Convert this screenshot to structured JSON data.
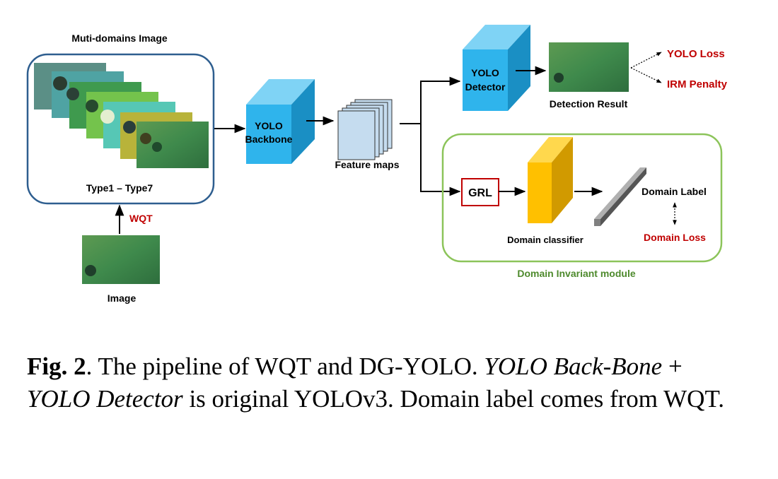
{
  "colors": {
    "red": "#c00000",
    "green_border": "#8cc45a",
    "green_text": "#4e8a2d",
    "blue_border": "#2e5e8f",
    "cube_blue": "#2fb4ec",
    "cube_yellow": "#ffc000"
  },
  "diagram": {
    "multi_title": "Muti-domains Image",
    "multi_types": "Type1 – Type7",
    "wqt": "WQT",
    "image": "Image",
    "backbone_line1": "YOLO",
    "backbone_line2": "Backbone",
    "feature_maps": "Feature maps",
    "detector_line1": "YOLO",
    "detector_line2": "Detector",
    "detection_result": "Detection Result",
    "yolo_loss": "YOLO Loss",
    "irm_penalty": "IRM Penalty",
    "grl": "GRL",
    "domain_classifier": "Domain classifier",
    "domain_label": "Domain Label",
    "domain_loss": "Domain Loss",
    "domain_invariant": "Domain Invariant module"
  },
  "caption": {
    "fig": "Fig. 2",
    "sep": ". ",
    "t1": "The pipeline of WQT and DG-YOLO. ",
    "i1": "YOLO Back-Bone",
    "t2": " + ",
    "i2": "YOLO Detector",
    "t3": " is original YOLOv3.  Domain label comes from WQT."
  }
}
